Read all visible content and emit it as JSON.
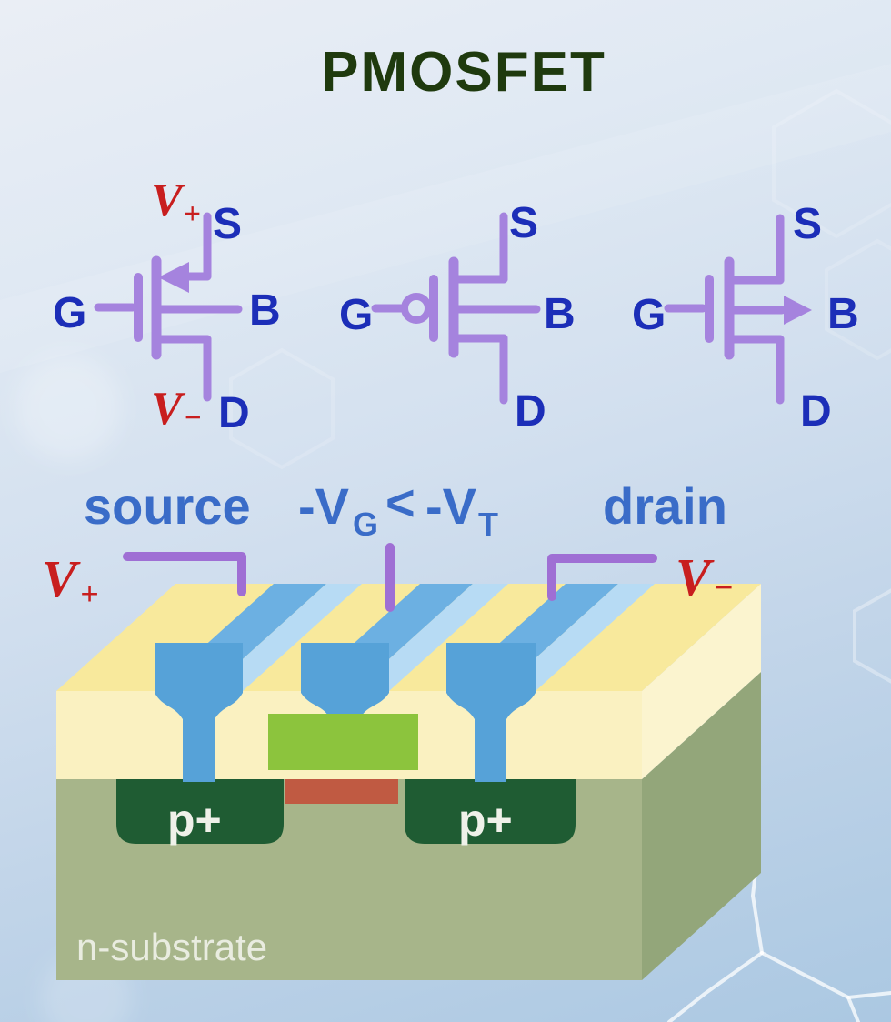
{
  "title": "PMOSFET",
  "symbols": [
    {
      "variant": "arrow-on-source",
      "gate": "G",
      "source": "S",
      "body": "B",
      "drain": "D",
      "v_top_base": "V",
      "v_top_sub": "+",
      "v_bottom_base": "V",
      "v_bottom_sub": "−"
    },
    {
      "variant": "gate-bubble",
      "gate": "G",
      "source": "S",
      "body": "B",
      "drain": "D"
    },
    {
      "variant": "arrow-on-body",
      "gate": "G",
      "source": "S",
      "body": "B",
      "drain": "D"
    }
  ],
  "cross_section": {
    "source_label": "source",
    "drain_label": "drain",
    "gate_condition": {
      "lhs_base": "-V",
      "lhs_sub": "G",
      "operator": "<",
      "rhs_base": "-V",
      "rhs_sub": "T"
    },
    "v_plus_base": "V",
    "v_plus_sub": "+",
    "v_minus_base": "V",
    "v_minus_sub": "−",
    "region_left": "p+",
    "region_right": "p+",
    "substrate_label": "n-substrate"
  },
  "colors": {
    "title_green": "#1f3a0e",
    "symbol_purple": "#a583de",
    "connector_purple": "#9f6fd4",
    "terminal_blue": "#1c2eb8",
    "label_blue": "#3a6cc8",
    "voltage_red": "#c81e1e",
    "metal_blue_dark": "#56a2d8",
    "metal_blue_mid": "#6cb0e2",
    "metal_blue_light": "#b7dbf4",
    "oxide_front": "#faf1c1",
    "oxide_top": "#f8e99c",
    "oxide_side": "#fbf4cf",
    "gate_green": "#8cc43d",
    "channel_red": "#c05a42",
    "p_region_green": "#1f5c33",
    "substrate_front": "#a7b58a",
    "substrate_side": "#93a67a"
  }
}
